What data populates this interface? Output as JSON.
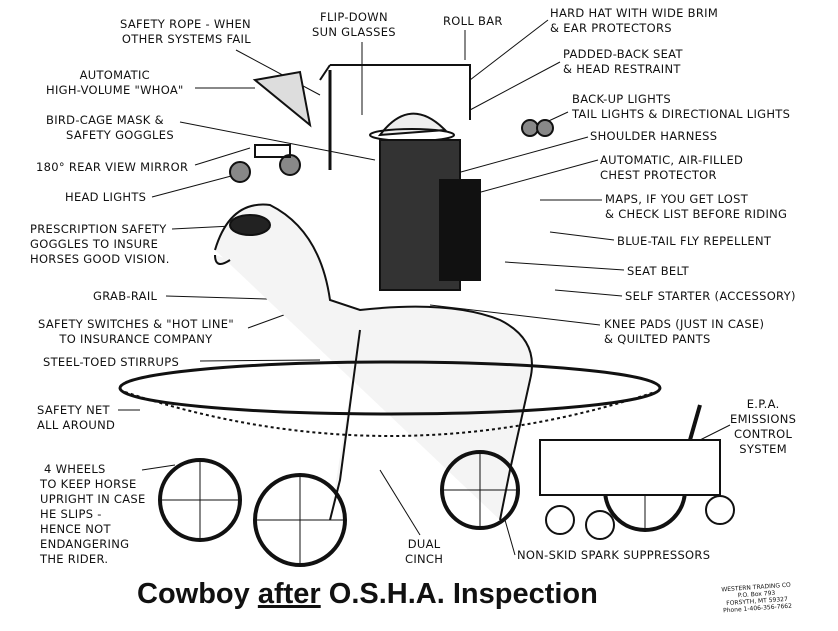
{
  "labels": {
    "safety_rope": [
      "SAFETY ROPE - WHEN",
      "OTHER SYSTEMS FAIL"
    ],
    "sun_glasses": [
      "FLIP-DOWN",
      "SUN GLASSES"
    ],
    "roll_bar": [
      "ROLL BAR"
    ],
    "hard_hat": [
      "HARD HAT WITH WIDE BRIM",
      "& EAR PROTECTORS"
    ],
    "seat": [
      "PADDED-BACK SEAT",
      "& HEAD RESTRAINT"
    ],
    "whoa": [
      "AUTOMATIC",
      "HIGH-VOLUME \"WHOA\""
    ],
    "lights": [
      "BACK-UP LIGHTS",
      "TAIL LIGHTS & DIRECTIONAL LIGHTS"
    ],
    "mask": [
      "BIRD-CAGE MASK &",
      "SAFETY GOGGLES"
    ],
    "harness": [
      "SHOULDER HARNESS"
    ],
    "mirror": [
      "180° REAR VIEW MIRROR"
    ],
    "chest": [
      "AUTOMATIC, AIR-FILLED",
      "CHEST PROTECTOR"
    ],
    "head_lights": [
      "HEAD LIGHTS"
    ],
    "maps": [
      "MAPS, IF YOU GET LOST",
      "& CHECK LIST BEFORE RIDING"
    ],
    "goggles": [
      "PRESCRIPTION SAFETY",
      "GOGGLES TO INSURE",
      "HORSES GOOD VISION."
    ],
    "repellent": [
      "BLUE-TAIL FLY REPELLENT"
    ],
    "seat_belt": [
      "SEAT BELT"
    ],
    "grab_rail": [
      "GRAB-RAIL"
    ],
    "starter": [
      "SELF STARTER (ACCESSORY)"
    ],
    "switches": [
      "SAFETY SWITCHES & \"HOT LINE\"",
      "TO INSURANCE COMPANY"
    ],
    "knee_pads": [
      "KNEE PADS  (JUST IN CASE)",
      "& QUILTED PANTS"
    ],
    "stirrups": [
      "STEEL-TOED STIRRUPS"
    ],
    "net": [
      "SAFETY NET",
      "ALL AROUND"
    ],
    "epa": [
      "E.P.A.",
      "EMISSIONS",
      "CONTROL",
      "SYSTEM"
    ],
    "wheels": [
      "4 WHEELS",
      "TO KEEP HORSE",
      "UPRIGHT IN CASE",
      "HE SLIPS -",
      "HENCE NOT",
      "ENDANGERING",
      "THE RIDER."
    ],
    "cinch": [
      "DUAL",
      "CINCH"
    ],
    "spark": [
      "NON-SKID SPARK SUPPRESSORS"
    ]
  },
  "title": {
    "pre": "Cowboy ",
    "emph": "after",
    "post": " O.S.H.A. Inspection"
  },
  "publisher": [
    "WESTERN TRADING CO",
    "P.O. Box 793",
    "FORSYTH, MT 59327",
    "Phone 1-406-356-7662"
  ]
}
